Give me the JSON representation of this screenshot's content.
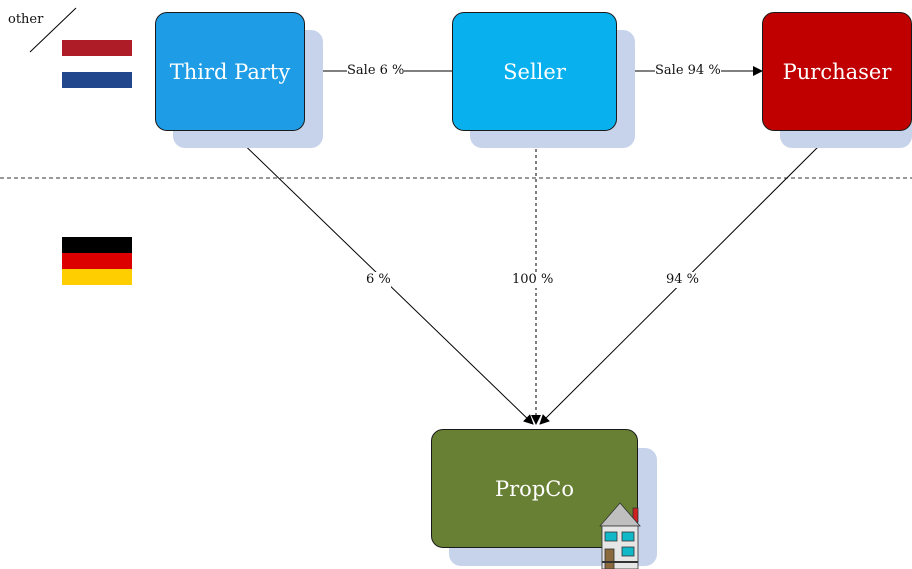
{
  "corner": {
    "label": "other"
  },
  "nodes": {
    "third_party": {
      "label": "Third Party",
      "color": "#1e9de6"
    },
    "seller": {
      "label": "Seller",
      "color": "#09b0ee"
    },
    "purchaser": {
      "label": "Purchaser",
      "color": "#c00000"
    },
    "propco": {
      "label": "PropCo",
      "color": "#688034"
    }
  },
  "edges": {
    "sale_third_party": "Sale 6 %",
    "sale_purchaser": "Sale 94 %",
    "third_party_to_propco": "6 %",
    "seller_to_propco": "100 %",
    "purchaser_to_propco": "94 %"
  },
  "flags": {
    "netherlands": [
      "#ae1c28",
      "#ffffff",
      "#21468b"
    ],
    "germany": [
      "#000000",
      "#dd0000",
      "#ffce00"
    ]
  },
  "colors": {
    "shadow": "#c6d3ea",
    "line": "#000000"
  }
}
